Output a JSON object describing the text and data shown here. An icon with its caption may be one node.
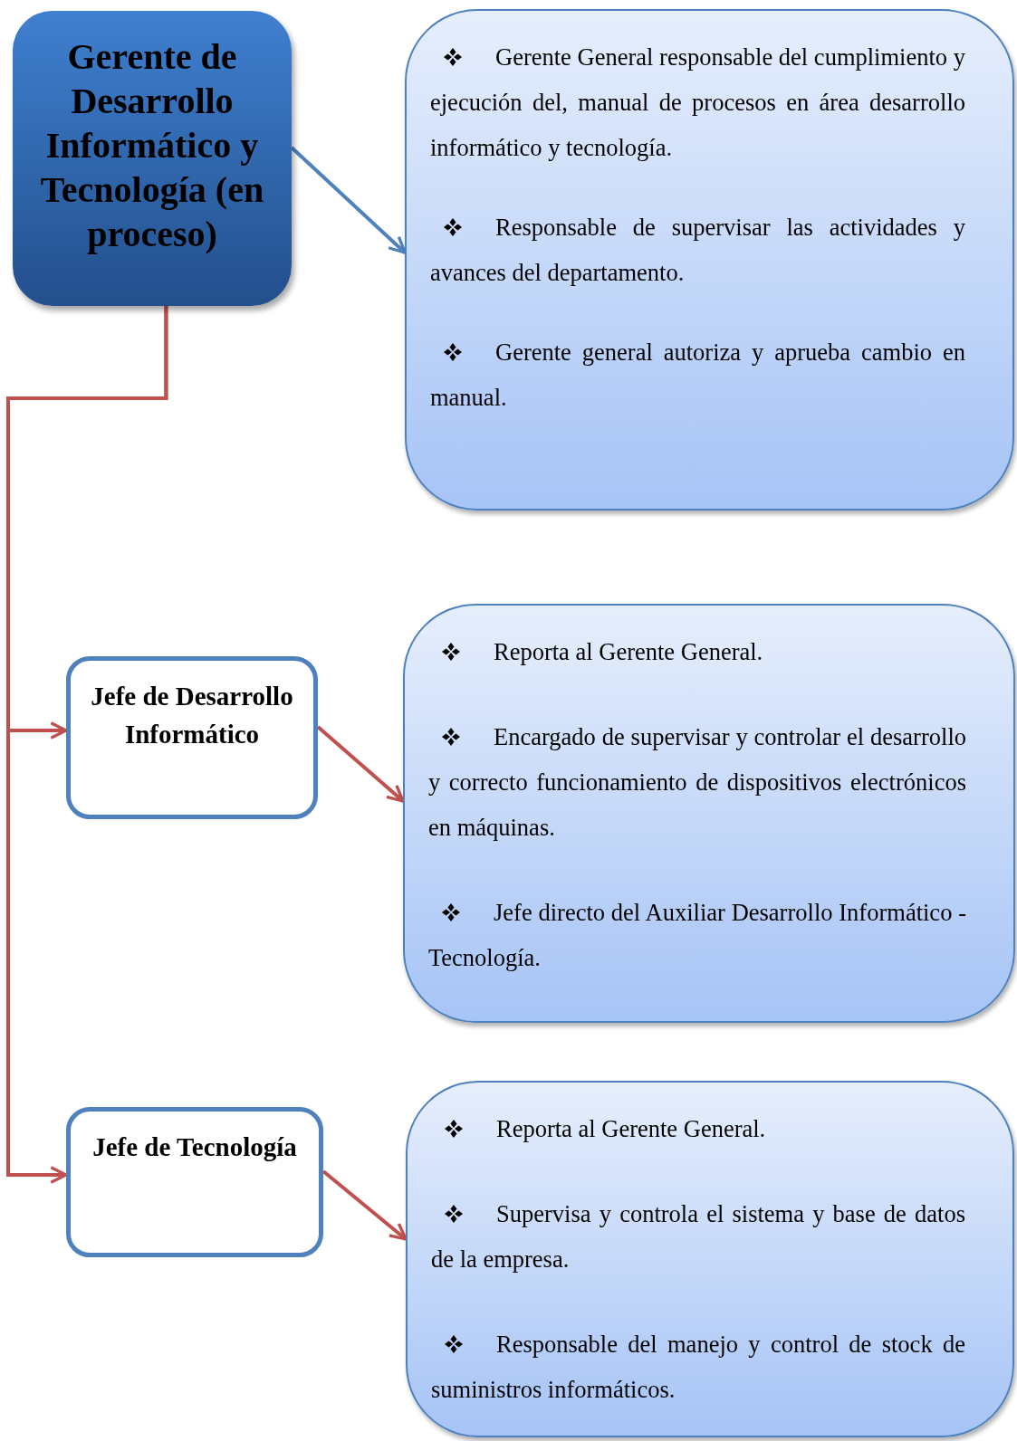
{
  "diagram": {
    "nodes": [
      {
        "text": [
          "Gerente de Desarrollo Informático y Tecnología (en proceso)"
        ]
      },
      {
        "text": [
          "Gerente General responsable del cumplimiento y ejecución del, manual de procesos en área desarrollo informático y tecnología.",
          "Responsable de supervisar las actividades y avances del departamento.",
          "Gerente general autoriza y aprueba cambio en manual."
        ]
      },
      {
        "text": [
          "Jefe de Desarrollo Informático"
        ]
      },
      {
        "text": [
          "Reporta al Gerente General.",
          "Encargado de supervisar y controlar el desarrollo y correcto funcionamiento de dispositivos electrónicos en máquinas.",
          "Jefe directo del Auxiliar Desarrollo Informático - Tecnología."
        ]
      },
      {
        "text": [
          "Jefe de Tecnología"
        ]
      },
      {
        "text": [
          "Reporta al Gerente General.",
          "Supervisa y controla el sistema y base de datos de la empresa.",
          "Responsable del manejo y control de stock de suministros informáticos."
        ]
      }
    ],
    "edges": [
      {
        "from": 0,
        "to": 1,
        "arrow": "to",
        "color": "#4f81bd"
      },
      {
        "from": 0,
        "to": 2,
        "arrow": "to"
      },
      {
        "from": 0,
        "to": 4,
        "arrow": "to"
      },
      {
        "from": 2,
        "to": 3,
        "arrow": "to"
      },
      {
        "from": 4,
        "to": 5,
        "arrow": "to"
      }
    ]
  }
}
